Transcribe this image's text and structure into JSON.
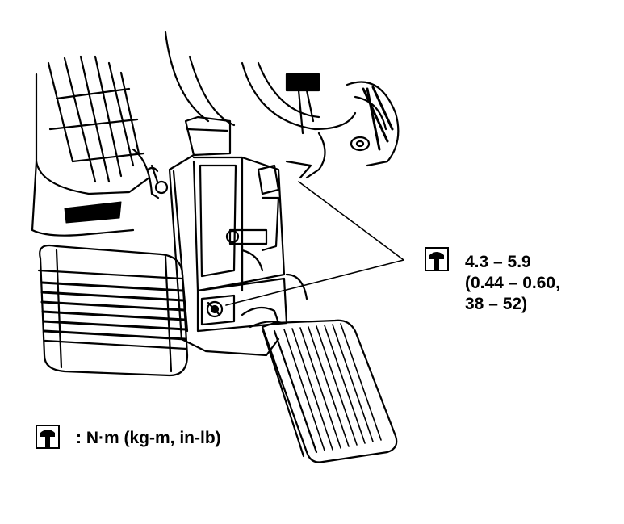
{
  "torque_spec": {
    "line1": "4.3 – 5.9",
    "line2": "(0.44 – 0.60,",
    "line3": "38 – 52)"
  },
  "legend": {
    "text": ": N·m (kg-m, in-lb)"
  },
  "icons": [
    "torque-wrench-icon"
  ],
  "colors": {
    "ink": "#000000",
    "paper": "#ffffff"
  }
}
